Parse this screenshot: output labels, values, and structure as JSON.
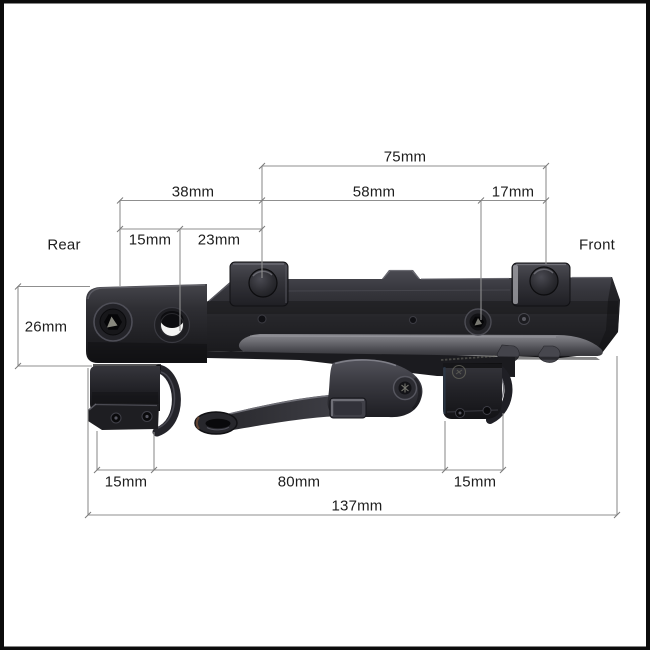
{
  "diagram": {
    "title": "scope-mount-dimension-diagram",
    "labels": {
      "rear": "Rear",
      "front": "Front"
    },
    "dimensions": {
      "top_overall": "75mm",
      "rear_span": "38mm",
      "mid_span": "58mm",
      "front_span": "17mm",
      "rear_sub_a": "15mm",
      "rear_sub_b": "23mm",
      "rear_height": "26mm",
      "bottom_rear_foot": "15mm",
      "bottom_mid_span": "80mm",
      "bottom_front_foot": "15mm",
      "overall_length": "137mm"
    },
    "styles": {
      "dimension_line_color": "#8f8f8f",
      "label_color": "#1d1d1d",
      "frame_color": "#0c0c0c",
      "background": "#ffffff"
    }
  }
}
